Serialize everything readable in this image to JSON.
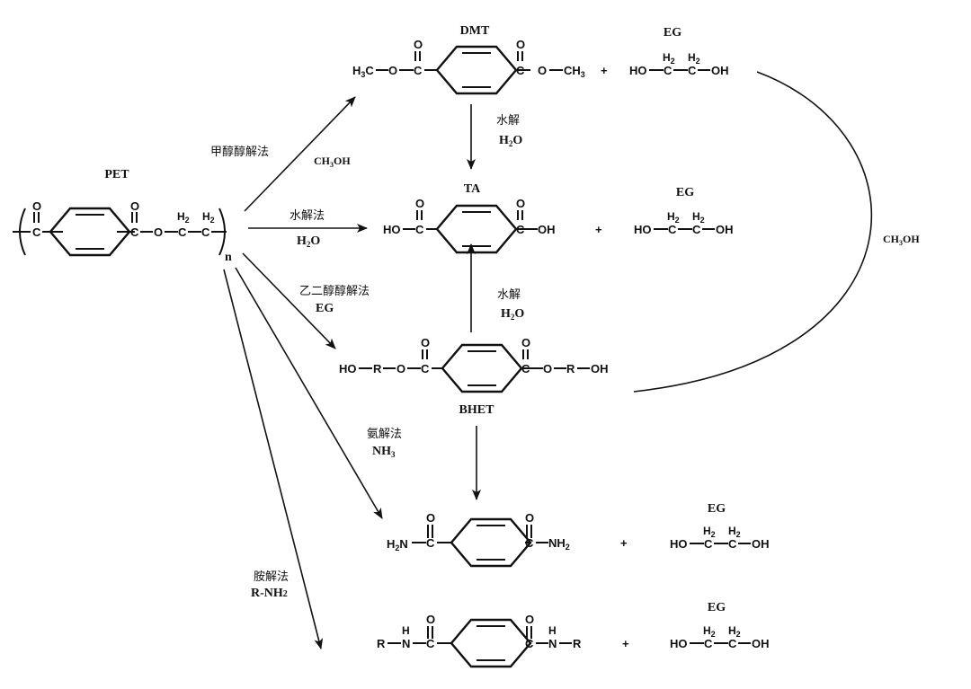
{
  "compounds": {
    "pet": {
      "label": "PET",
      "repeat": "n"
    },
    "dmt": {
      "label": "DMT",
      "left_group": "H3C",
      "right_group": "CH3"
    },
    "ta": {
      "label": "TA",
      "left_group": "HO",
      "right_group": "OH"
    },
    "bhet": {
      "label": "BHET",
      "left_group": "HO",
      "right_group": "OH",
      "r": "R"
    },
    "amide": {
      "left_group": "H2N",
      "right_group": "NH2"
    },
    "rnh_amide": {
      "left_r": "R",
      "right_r": "R",
      "n": "N",
      "h": "H"
    }
  },
  "eg": {
    "label": "EG",
    "formula_ho": "HO",
    "formula_oh": "OH",
    "h2": "H2",
    "c": "C"
  },
  "plus": "+",
  "reactions": {
    "methanolysis": {
      "name": "甲醇醇解法",
      "reagent": "CH3OH"
    },
    "hydrolysis": {
      "name": "水解法",
      "reagent": "H2O"
    },
    "glycolysis": {
      "name": "乙二醇醇解法",
      "reagent": "EG"
    },
    "ammonolysis": {
      "name": "氨解法",
      "reagent": "NH3"
    },
    "aminolysis": {
      "name": "胺解法",
      "reagent": "R-NH2"
    },
    "dmt_to_ta": {
      "name": "水解",
      "reagent": "H2O"
    },
    "bhet_to_ta": {
      "name": "水解",
      "reagent": "H2O"
    },
    "recycle": {
      "reagent": "CH3OH"
    }
  }
}
